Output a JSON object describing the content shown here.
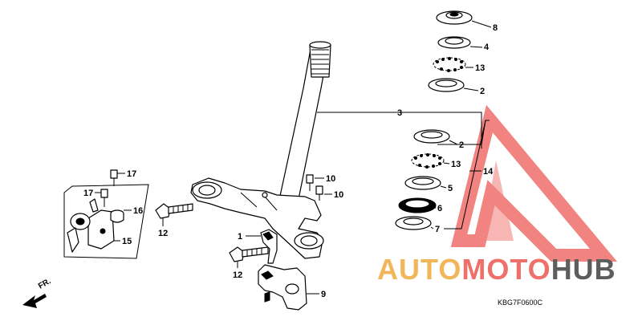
{
  "labels": {
    "p1": "1",
    "p2a": "2",
    "p2b": "2",
    "p3": "3",
    "p4": "4",
    "p5": "5",
    "p6": "6",
    "p7": "7",
    "p8": "8",
    "p9": "9",
    "p10a": "10",
    "p10b": "10",
    "p12a": "12",
    "p12b": "12",
    "p13a": "13",
    "p13b": "13",
    "p14": "14",
    "p15": "15",
    "p16": "16",
    "p17a": "17",
    "p17b": "17"
  },
  "diagram_code": "KBG7F0600C",
  "direction_label": "FR.",
  "watermark": {
    "part1": "AUTO",
    "part2": "MOTO",
    "part3": "HUB",
    "color_orange": "#f2b65a",
    "color_red": "#ef6f6a",
    "color_grey": "#5d5d5d"
  }
}
